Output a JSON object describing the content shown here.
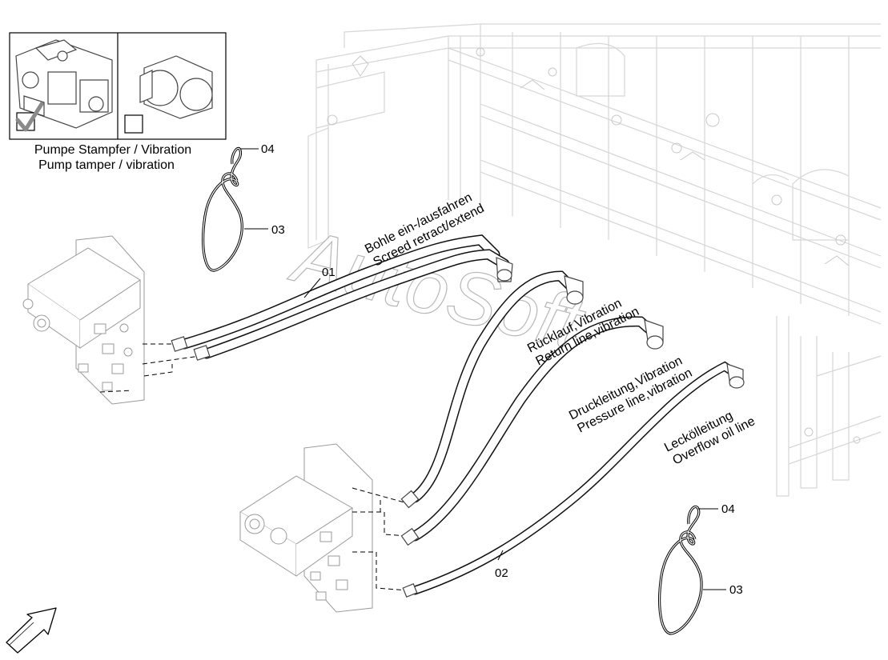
{
  "legend": {
    "title_de": "Pumpe Stampfer / Vibration",
    "title_en": "Pump tamper / vibration",
    "option_1_selected": true,
    "option_2_selected": false
  },
  "hose_labels": {
    "screed_de": "Bohle ein-/ausfahren",
    "screed_en": "Screed retract/extend",
    "return_de": "Rücklauf,Vibration",
    "return_en": "Return line,vibration",
    "pressure_de": "Druckleitung,Vibration",
    "pressure_en": "Pressure line,vibration",
    "overflow_de": "Leckölleitung",
    "overflow_en": "Overflow oil line"
  },
  "callouts": {
    "c01": "01",
    "c02": "02",
    "c03_top": "03",
    "c04_top": "04",
    "c03_bottom": "03",
    "c04_bottom": "04"
  },
  "watermark": "AutoSoft",
  "icons": {
    "checkmark": "check-icon",
    "direction_arrow": "direction-arrow-icon"
  }
}
